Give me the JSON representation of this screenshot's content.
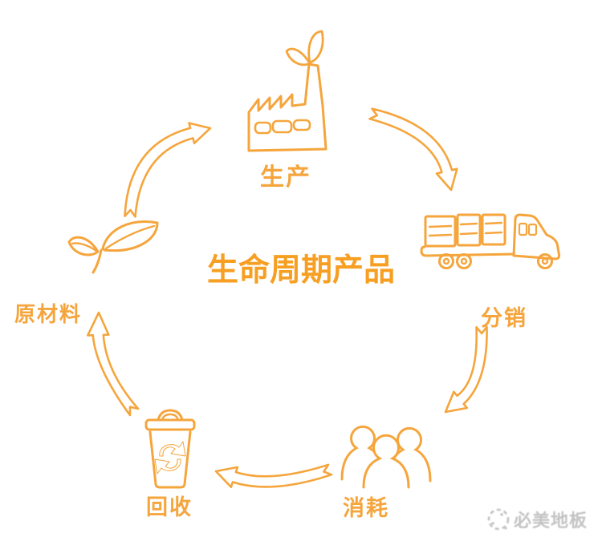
{
  "diagram": {
    "title": "生命周期产品",
    "stages": [
      {
        "label": "生产",
        "icon": "factory-icon"
      },
      {
        "label": "分销",
        "icon": "delivery-truck-icon"
      },
      {
        "label": "消耗",
        "icon": "people-group-icon"
      },
      {
        "label": "回收",
        "icon": "recycle-bin-icon"
      },
      {
        "label": "原材料",
        "icon": "plant-sprout-icon"
      }
    ],
    "arrows": [
      "raw-materials-to-production",
      "production-to-distribution",
      "distribution-to-consumption",
      "consumption-to-recycling",
      "recycling-to-raw-materials"
    ]
  },
  "watermark": {
    "text": "必美地板",
    "icon": "brand-logo-icon"
  },
  "colors": {
    "accent": "#F5A53C",
    "title": "#F79F22",
    "watermark": "#C3C3C3",
    "background": "#FFFFFF"
  }
}
